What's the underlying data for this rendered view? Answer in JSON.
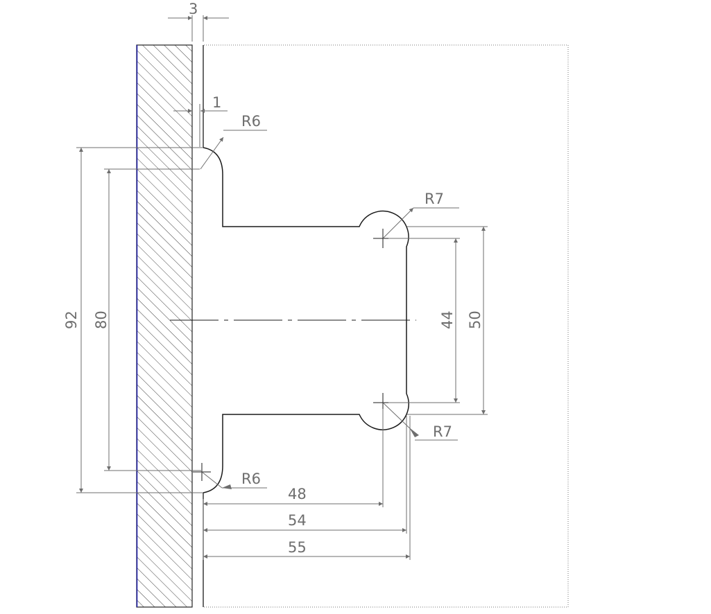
{
  "colors": {
    "part_outline": "#1a1a1a",
    "dimension": "#6e6e6e",
    "hatch": "#444444",
    "wall_edge_blue": "#1a1aa6"
  },
  "dimensions": {
    "top_gap": "3",
    "small_gap": "1",
    "radius_top_left": "R6",
    "radius_bottom_left": "R6",
    "radius_top_right": "R7",
    "radius_bottom_right": "R7",
    "height_outer": "92",
    "height_inner": "80",
    "height_44": "44",
    "height_50": "50",
    "width_48": "48",
    "width_54": "54",
    "width_55": "55"
  }
}
